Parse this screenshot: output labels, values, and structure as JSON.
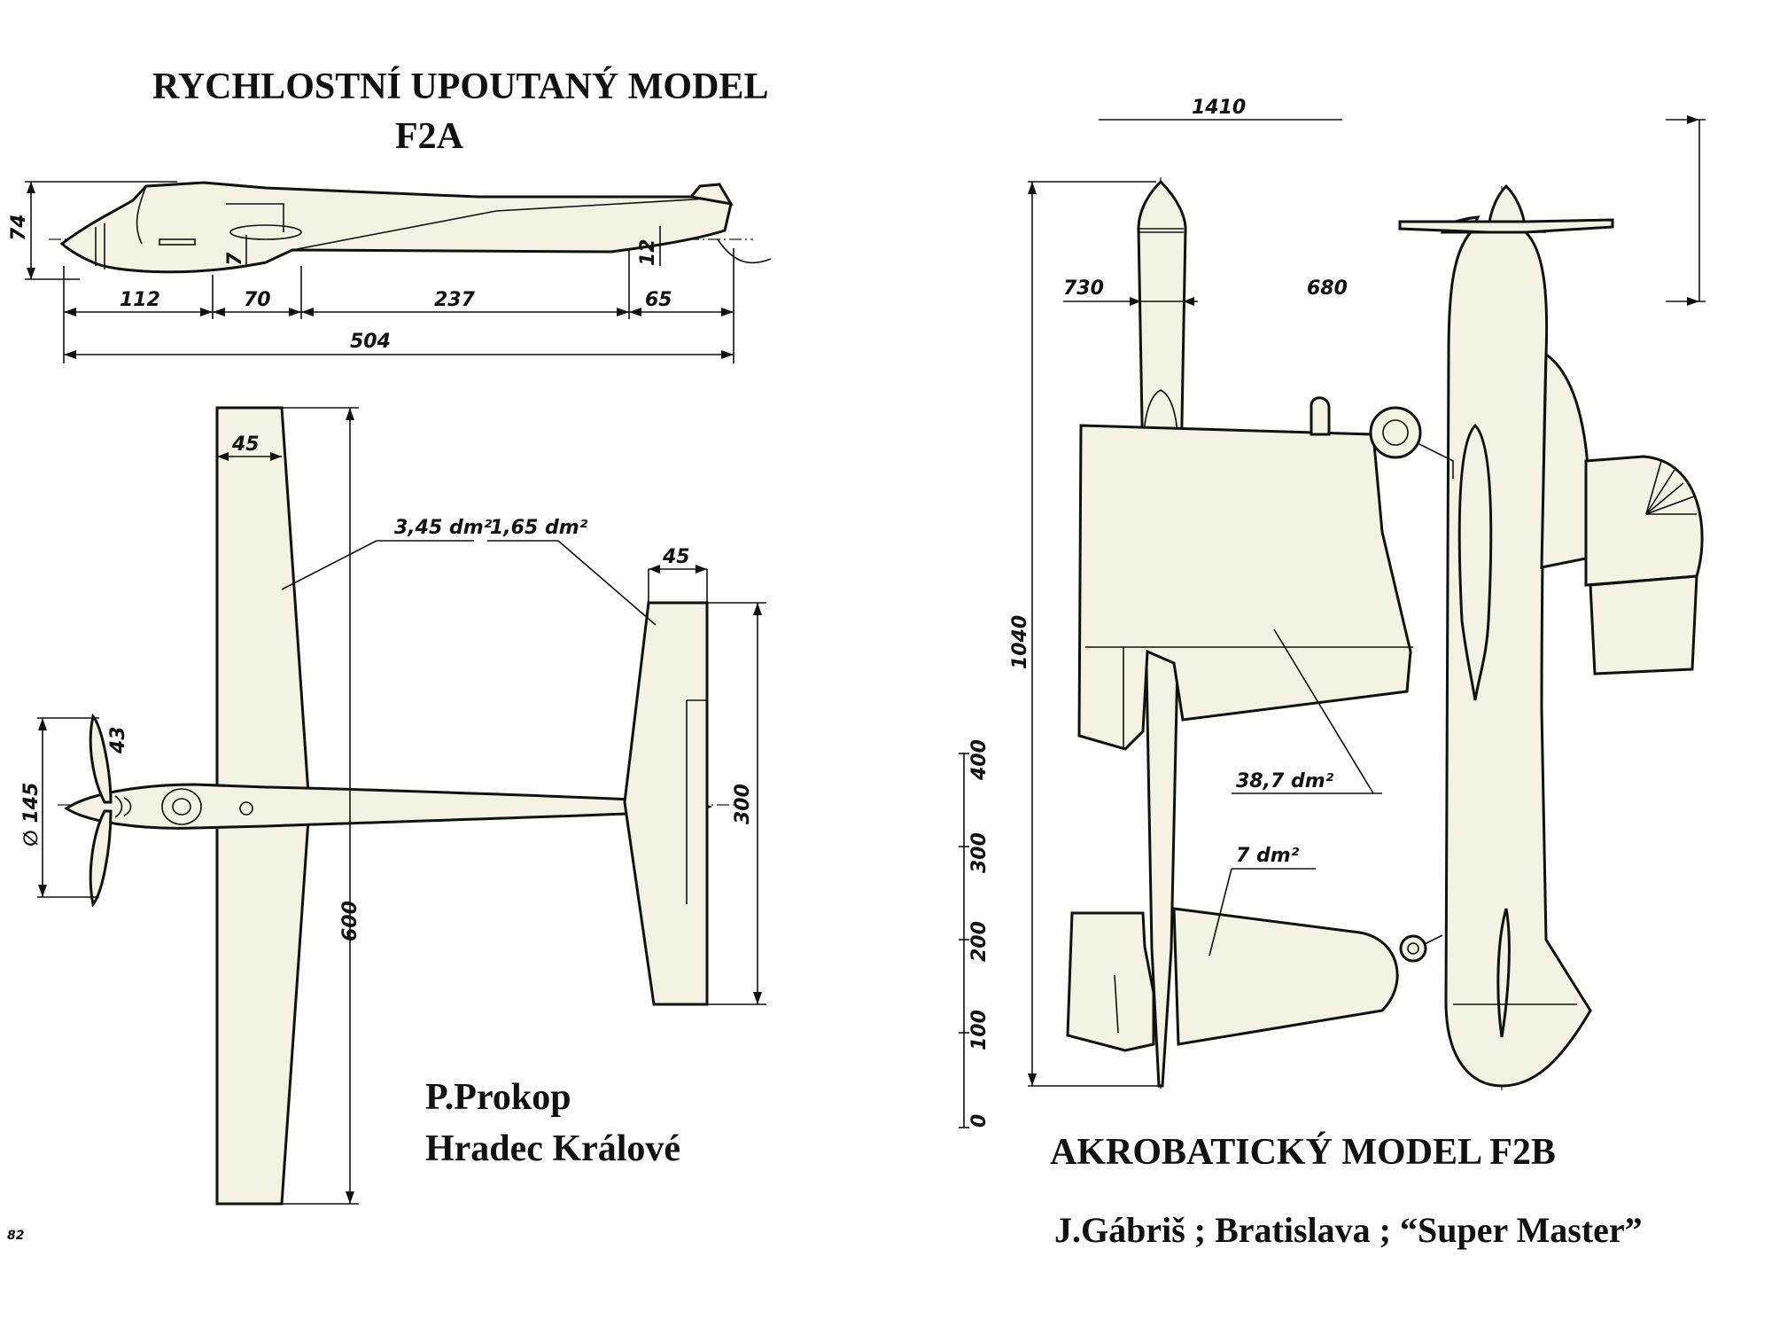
{
  "f2a": {
    "title_line1": "RYCHLOSTNÍ  UPOUTANÝ  MODEL",
    "title_line2": "F2A",
    "author_line1": "P.Prokop",
    "author_line2": "Hradec Králové",
    "dimensions": {
      "height_74": "74",
      "d_7": "7",
      "d_12": "12",
      "len_112": "112",
      "len_70": "70",
      "len_237": "237",
      "len_65": "65",
      "len_504": "504",
      "wing_chord_45": "45",
      "stab_chord_45": "45",
      "area_wing": "3,45 dm²",
      "area_stab": "1,65 dm²",
      "span_600": "600",
      "stab_span_300": "300",
      "prop_145": "∅ 145",
      "prop_43": "43"
    }
  },
  "f2b": {
    "title": "AKROBATICKÝ  MODEL  F2B",
    "author": "J.Gábriš ; Bratislava ; “Super Master”",
    "dimensions": {
      "len_1410": "1410",
      "d_730": "730",
      "d_680": "680",
      "span_1040": "1040",
      "area_wing": "38,7 dm²",
      "area_stab": "7 dm²"
    },
    "scale": {
      "ticks": [
        "0",
        "100",
        "200",
        "300",
        "400"
      ]
    }
  },
  "page_mark": "82"
}
